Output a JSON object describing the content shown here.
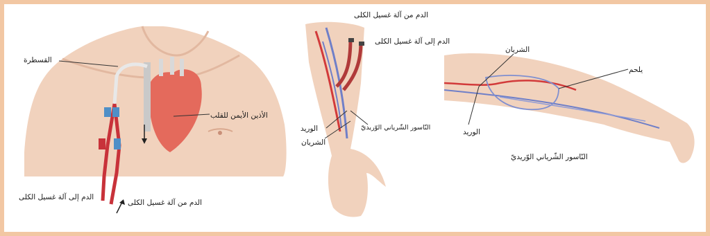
{
  "colors": {
    "frame": "#f2c7a3",
    "skin": "#f1d2bd",
    "skin_shadow": "#e2b8a0",
    "heart": "#e46a5c",
    "artery": "#d23a3a",
    "vein": "#6f7fc8",
    "catheter_red": "#c8323a",
    "catheter_blue": "#4f8fc7"
  },
  "labels": {
    "catheter": "القسطرة",
    "right_atrium": "الأذين الأيمن للقلب",
    "blood_to_machine_left": "الدم إلى آلة غسيل الكلى",
    "blood_from_machine_left": "الدم من آلة غسيل الكلى",
    "blood_from_machine_top": "الدم من آلة غسيل الكلى",
    "blood_to_machine_top": "الدم إلى آلة غسيل الكلى",
    "vein_mid": "الوريد",
    "artery_mid": "الشريان",
    "av_fistula_mid": "النّاسور الشّرياني الوّريديّ",
    "artery_right": "الشريان",
    "vein_right": "الوريد",
    "weld": "يلحم",
    "av_fistula_right": "النّاسور الشّرياني الوّريديّ"
  }
}
